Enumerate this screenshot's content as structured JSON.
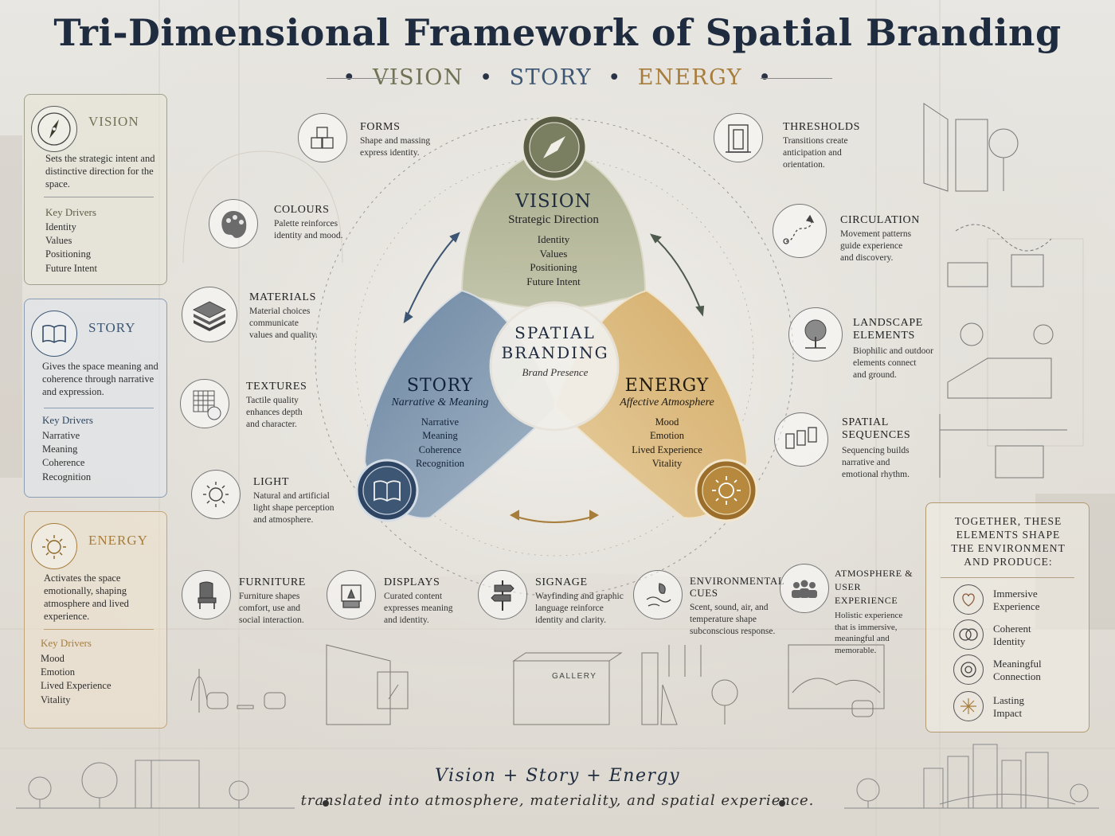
{
  "title": "Tri-Dimensional Framework of Spatial Branding",
  "subtitle": {
    "vision": "VISION",
    "story": "STORY",
    "energy": "ENERGY",
    "separator": "•"
  },
  "left_cards": {
    "vision": {
      "title": "VISION",
      "description": "Sets the strategic intent and distinctive direction for the space.",
      "drivers_heading": "Key Drivers",
      "drivers": [
        "Identity",
        "Values",
        "Positioning",
        "Future Intent"
      ]
    },
    "story": {
      "title": "STORY",
      "description": "Gives the space meaning and coherence through narrative and expression.",
      "drivers_heading": "Key Drivers",
      "drivers": [
        "Narrative",
        "Meaning",
        "Coherence",
        "Recognition"
      ]
    },
    "energy": {
      "title": "ENERGY",
      "description": "Activates the space emotionally, shaping atmosphere and lived experience.",
      "drivers_heading": "Key Drivers",
      "drivers": [
        "Mood",
        "Emotion",
        "Lived Experience",
        "Vitality"
      ]
    }
  },
  "center": {
    "vision": {
      "title": "VISION",
      "subtitle": "Strategic Direction",
      "items": [
        "Identity",
        "Values",
        "Positioning",
        "Future Intent"
      ]
    },
    "story": {
      "title": "STORY",
      "subtitle": "Narrative & Meaning",
      "items": [
        "Narrative",
        "Meaning",
        "Coherence",
        "Recognition"
      ]
    },
    "energy": {
      "title": "ENERGY",
      "subtitle": "Affective Atmosphere",
      "items": [
        "Mood",
        "Emotion",
        "Lived Experience",
        "Vitality"
      ]
    },
    "core": {
      "line1": "SPATIAL",
      "line2": "BRANDING",
      "subtitle": "Brand Presence"
    }
  },
  "elements_left": [
    {
      "title": "FORMS",
      "desc": [
        "Shape and massing",
        "express identity."
      ],
      "icon": "cubes-icon"
    },
    {
      "title": "COLOURS",
      "desc": [
        "Palette reinforces",
        "identity and mood."
      ],
      "icon": "palette-icon"
    },
    {
      "title": "MATERIALS",
      "desc": [
        "Material choices",
        "communicate",
        "values and quality."
      ],
      "icon": "layers-icon"
    },
    {
      "title": "TEXTURES",
      "desc": [
        "Tactile quality",
        "enhances depth",
        "and character."
      ],
      "icon": "texture-icon"
    },
    {
      "title": "LIGHT",
      "desc": [
        "Natural and artificial",
        "light shape perception",
        "and atmosphere."
      ],
      "icon": "sun-icon"
    }
  ],
  "elements_right": [
    {
      "title": "THRESHOLDS",
      "desc": [
        "Transitions create",
        "anticipation and",
        "orientation."
      ],
      "icon": "door-icon"
    },
    {
      "title": "CIRCULATION",
      "desc": [
        "Movement patterns",
        "guide experience",
        "and discovery."
      ],
      "icon": "path-icon"
    },
    {
      "title": [
        "LANDSCAPE",
        "ELEMENTS"
      ],
      "desc": [
        "Biophilic and outdoor",
        "elements connect",
        "and ground."
      ],
      "icon": "tree-icon"
    },
    {
      "title": [
        "SPATIAL",
        "SEQUENCES"
      ],
      "desc": [
        "Sequencing builds",
        "narrative and",
        "emotional rhythm."
      ],
      "icon": "frames-icon"
    }
  ],
  "elements_bottom": [
    {
      "title": "FURNITURE",
      "desc": [
        "Furniture shapes",
        "comfort, use and",
        "social interaction."
      ],
      "icon": "chair-icon"
    },
    {
      "title": "DISPLAYS",
      "desc": [
        "Curated content",
        "expresses meaning",
        "and identity."
      ],
      "icon": "display-case-icon"
    },
    {
      "title": "SIGNAGE",
      "desc": [
        "Wayfinding and graphic",
        "language reinforce",
        "identity and clarity."
      ],
      "icon": "signpost-icon"
    },
    {
      "title": [
        "ENVIRONMENTAL",
        "CUES"
      ],
      "desc": [
        "Scent, sound, air, and",
        "temperature shape",
        "subconscious response."
      ],
      "icon": "leaf-wind-icon"
    },
    {
      "title": [
        "ATMOSPHERE &",
        "USER EXPERIENCE"
      ],
      "desc": [
        "Holistic experience",
        "that is immersive,",
        "meaningful and",
        "memorable."
      ],
      "icon": "people-icon"
    }
  ],
  "gallery_label": "GALLERY",
  "summary": {
    "heading": [
      "TOGETHER, THESE",
      "ELEMENTS SHAPE",
      "THE ENVIRONMENT",
      "AND PRODUCE:"
    ],
    "outcomes": [
      {
        "label": [
          "Immersive",
          "Experience"
        ],
        "icon": "heart-icon"
      },
      {
        "label": [
          "Coherent",
          "Identity"
        ],
        "icon": "rings-icon"
      },
      {
        "label": [
          "Meaningful",
          "Connection"
        ],
        "icon": "target-icon"
      },
      {
        "label": [
          "Lasting",
          "Impact"
        ],
        "icon": "spark-icon"
      }
    ]
  },
  "footer": {
    "line1": "Vision + Story + Energy",
    "line2": "translated into atmosphere, materiality, and spatial experience."
  },
  "colors": {
    "vision": "#8f9574",
    "story": "#52718f",
    "energy": "#c59a52",
    "navy": "#1f2b3f",
    "gold": "#a77d3c"
  }
}
